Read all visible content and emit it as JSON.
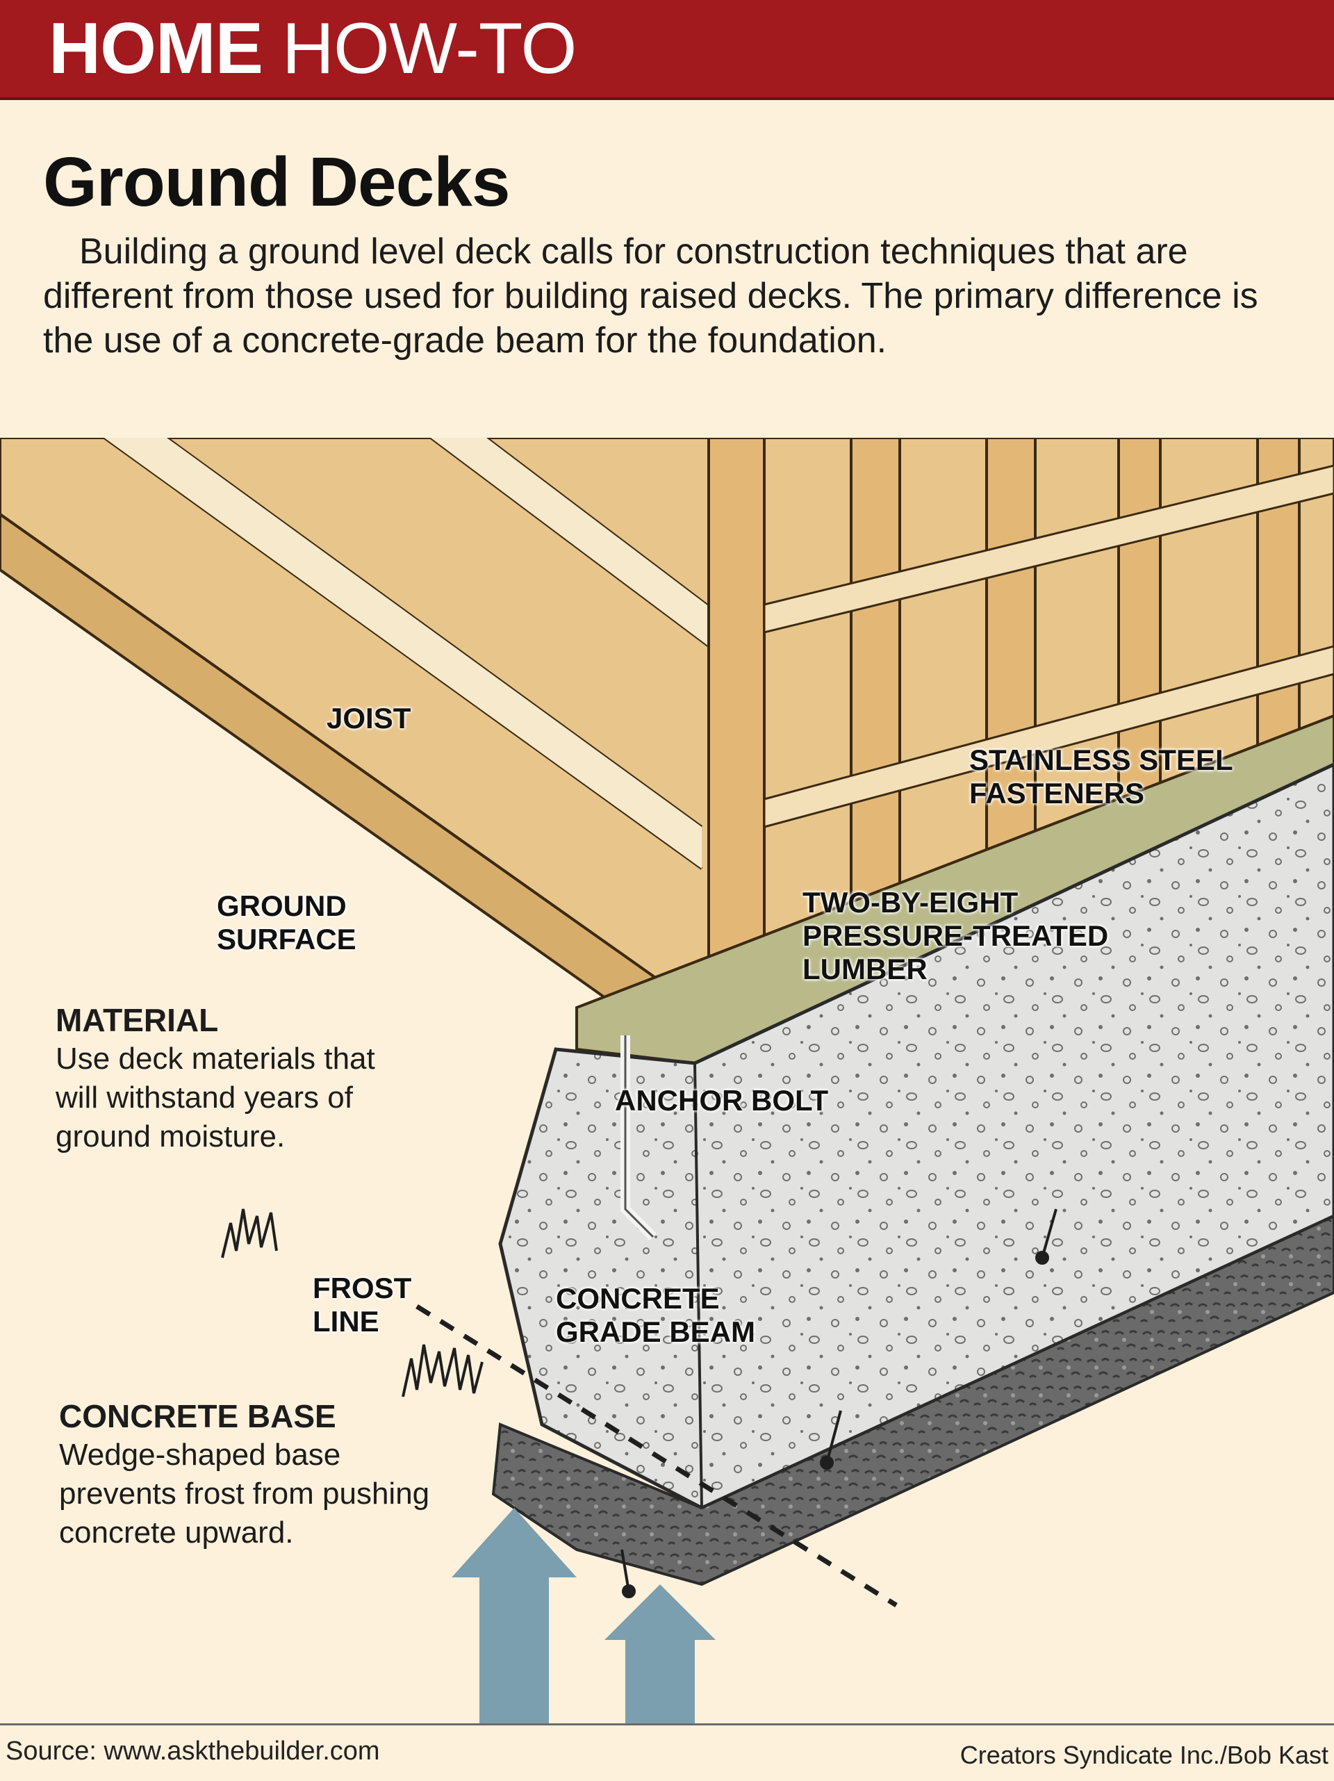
{
  "banner": {
    "bold": "HOME",
    "light": "HOW-TO",
    "color": "#a2191e"
  },
  "title": "Ground Decks",
  "intro": "Building a ground level deck calls for construction techniques that are different from those used for building raised decks. The primary difference is the use of a concrete-grade beam for the foundation.",
  "labels": {
    "joist": "JOIST",
    "fasteners": "STAINLESS STEEL\nFASTENERS",
    "ground_surface": "GROUND\nSURFACE",
    "lumber": "TWO-BY-EIGHT\nPRESSURE-TREATED\nLUMBER",
    "anchor_bolt": "ANCHOR BOLT",
    "frost_line": "FROST\nLINE",
    "grade_beam": "CONCRETE\nGRADE BEAM"
  },
  "material": {
    "heading": "MATERIAL",
    "text": "Use deck materials that will withstand years of ground moisture."
  },
  "concrete_base": {
    "heading": "CONCRETE BASE",
    "text": "Wedge-shaped base prevents frost from pushing concrete upward."
  },
  "footer": {
    "source": "Source: www.askthebuilder.com",
    "credit": "Creators Syndicate Inc./Bob Kast"
  },
  "colors": {
    "background": "#fdf1dc",
    "wood": "#e8c58a",
    "concrete": "#e2e3e1",
    "gravel": "#6c6c6c",
    "arrow": "#7b9fae"
  }
}
